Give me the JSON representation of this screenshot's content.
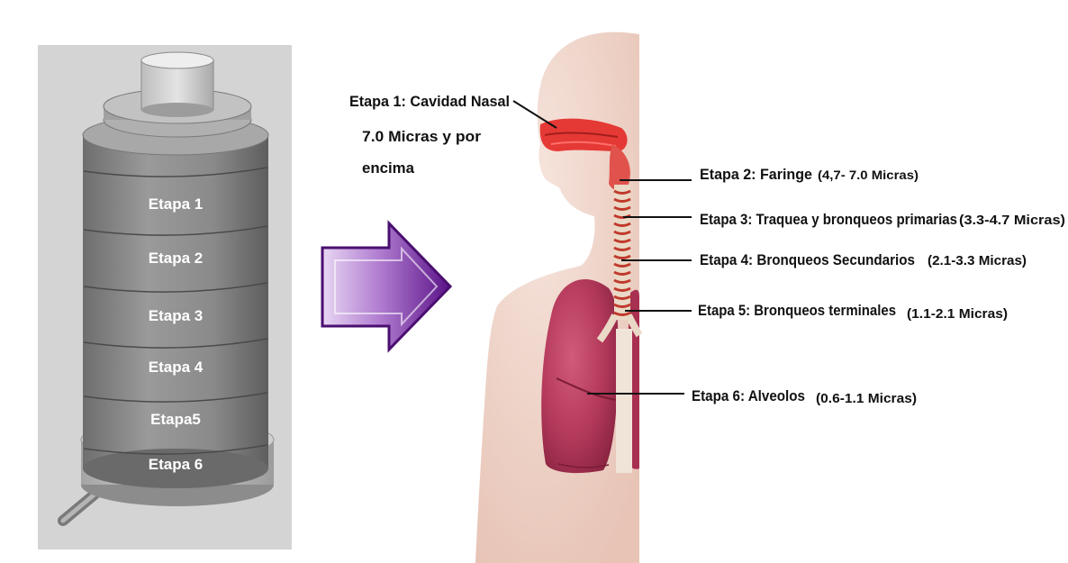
{
  "impactor": {
    "stages": [
      {
        "label": "Etapa 1"
      },
      {
        "label": "Etapa 2"
      },
      {
        "label": "Etapa 3"
      },
      {
        "label": "Etapa 4"
      },
      {
        "label": "Etapa5"
      },
      {
        "label": "Etapa 6"
      }
    ]
  },
  "arrow": {
    "icon": "right-arrow-icon",
    "color": "#6a1b9a"
  },
  "anatomy": {
    "stage1": {
      "line1": "Etapa 1: Cavidad Nasal",
      "line2": "7.0 Micras y por",
      "line3": "encima"
    },
    "stages": [
      {
        "name": "Etapa 2: Faringe",
        "range": "(4,7- 7.0 Micras)"
      },
      {
        "name": "Etapa 3: Traquea y bronqueos primarias",
        "range": "(3.3-4.7 Micras)"
      },
      {
        "name": "Etapa 4: Bronqueos Secundarios",
        "range": "(2.1-3.3 Micras)"
      },
      {
        "name": "Etapa 5: Bronqueos terminales",
        "range": "(1.1-2.1 Micras)"
      },
      {
        "name": "Etapa 6: Alveolos",
        "range": "(0.6-1.1 Micras)"
      }
    ],
    "colors": {
      "nasal": "#e53935",
      "lung": "#b0304f",
      "trachea": "#ead9c6",
      "skin": "#f2d6cc"
    }
  }
}
